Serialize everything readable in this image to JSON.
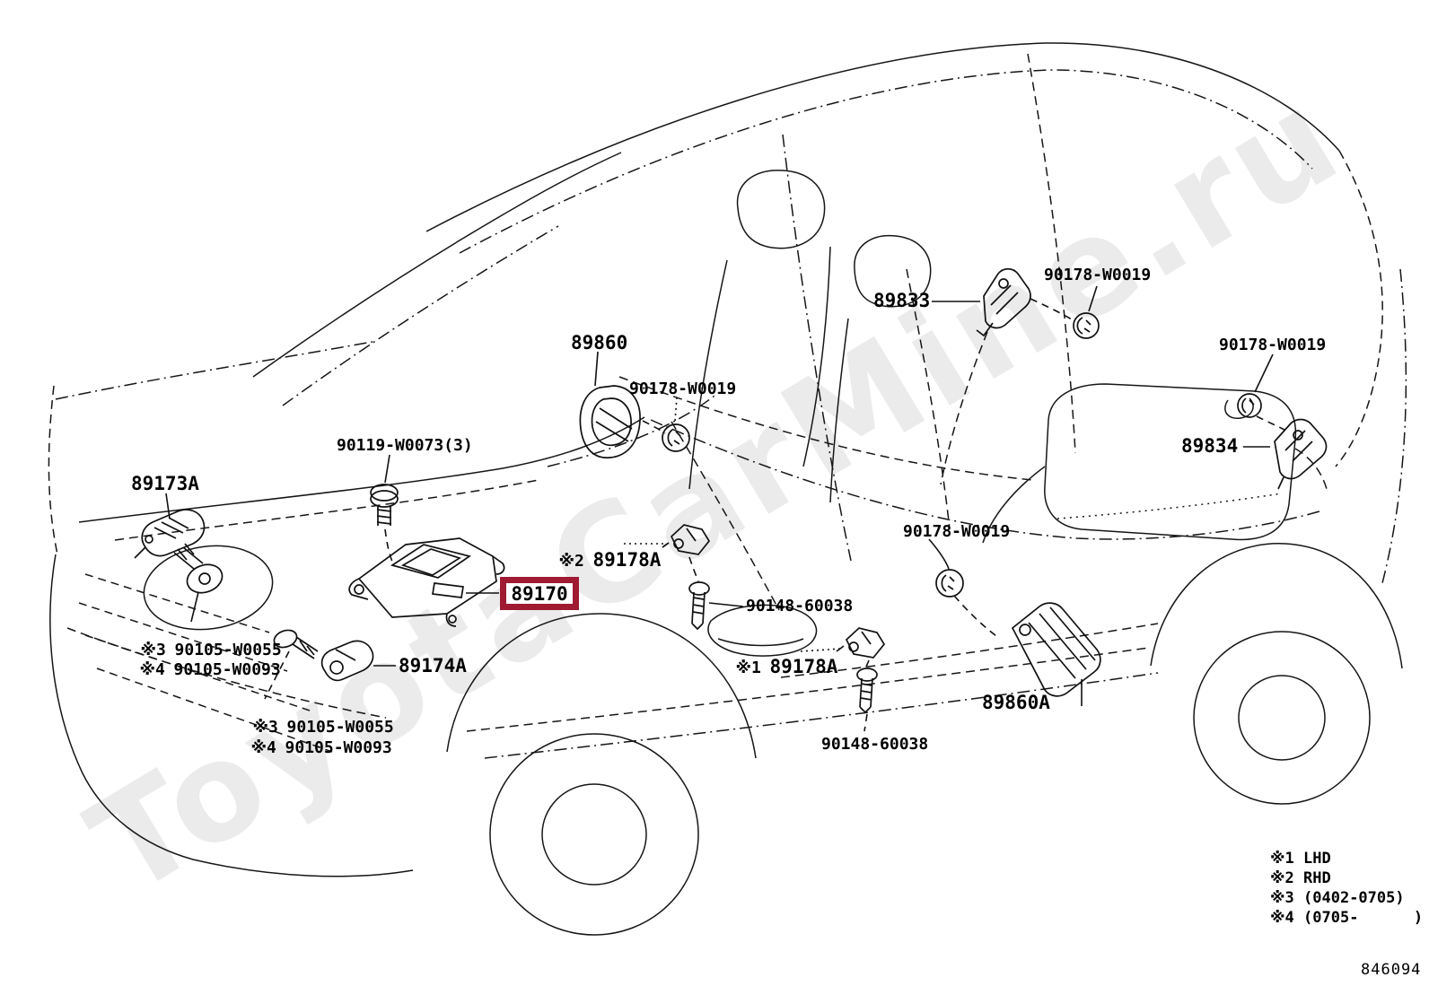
{
  "diagram": {
    "watermark_text": "ToyotaCarMine.ru",
    "catalog_number": "846094",
    "highlight_color": "#9e1b32",
    "selected_part": "89170",
    "labels": {
      "p90178": "90178-W0019",
      "p89833": "89833",
      "p89860": "89860",
      "p89834": "89834",
      "p90119": "90119-W0073(3)",
      "p89173A": "89173A",
      "p89178A": "89178A",
      "p89170": "89170",
      "p90148": "90148-60038",
      "p90105_w0055": "90105-W0055",
      "p90105_w0093": "90105-W0093",
      "p89174A": "89174A",
      "p89860A": "89860A"
    },
    "marks": {
      "m1": "※1",
      "m2": "※2",
      "m3": "※3",
      "m4": "※4"
    },
    "legend": {
      "lhd": "LHD",
      "rhd": "RHD",
      "range3": "(0402-0705)",
      "range4": "(0705-      )"
    }
  }
}
